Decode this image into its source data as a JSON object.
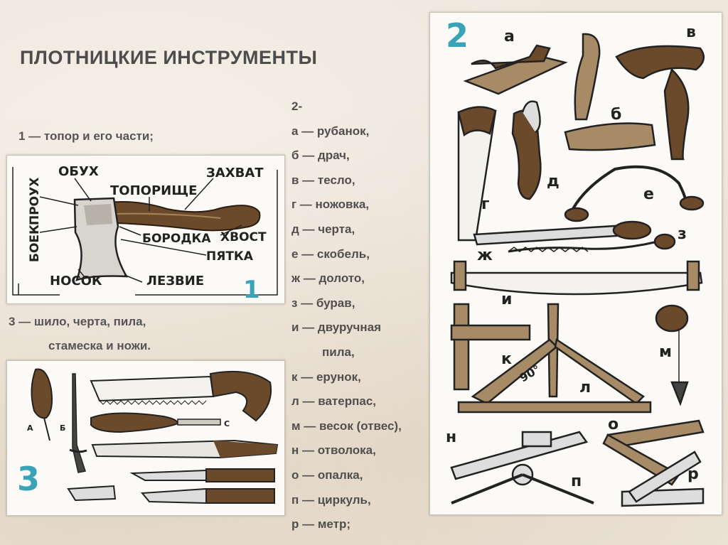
{
  "title": "ПЛОТНИЦКИЕ ИНСТРУМЕНТЫ",
  "caption1": "1 — топор и его части;",
  "caption3_line1": "3 — шило, черта, пила,",
  "caption3_line2": "стамеска и ножи.",
  "panel1": {
    "number": "1",
    "labels": {
      "obukh": "ОБУХ",
      "zakhvat": "ЗАХВАТ",
      "toporishche": "ТОПОРИЩЕ",
      "proukh": "ПРОУХ",
      "boek": "БОЕК",
      "borodka": "БОРОДКА",
      "khvost": "ХВОСТ",
      "pyatka": "ПЯТКА",
      "nosok": "НОСОК",
      "lezvie": "ЛЕЗВИЕ"
    }
  },
  "panel2": {
    "number": "2",
    "letters": [
      "а",
      "б",
      "в",
      "г",
      "д",
      "е",
      "ж",
      "з",
      "и",
      "к",
      "л",
      "м",
      "н",
      "о",
      "п",
      "р"
    ],
    "angle": "90°"
  },
  "panel3": {
    "number": "3",
    "letter_a": "А",
    "letter_b": "Б",
    "letter_c": "С"
  },
  "legend": {
    "head": "2-",
    "items": [
      "а — рубанок,",
      "б — драч,",
      "в — тесло,",
      "г — ножовка,",
      "д — черта,",
      "е — скобель,",
      "ж — долото,",
      "з — бурав,",
      "и — двуручная",
      "пила,",
      "к — ерунок,",
      "л — ватерпас,",
      "м — весок (отвес),",
      "н — отволока,",
      "о — опалка,",
      "п — циркуль,",
      "р — метр;"
    ]
  }
}
